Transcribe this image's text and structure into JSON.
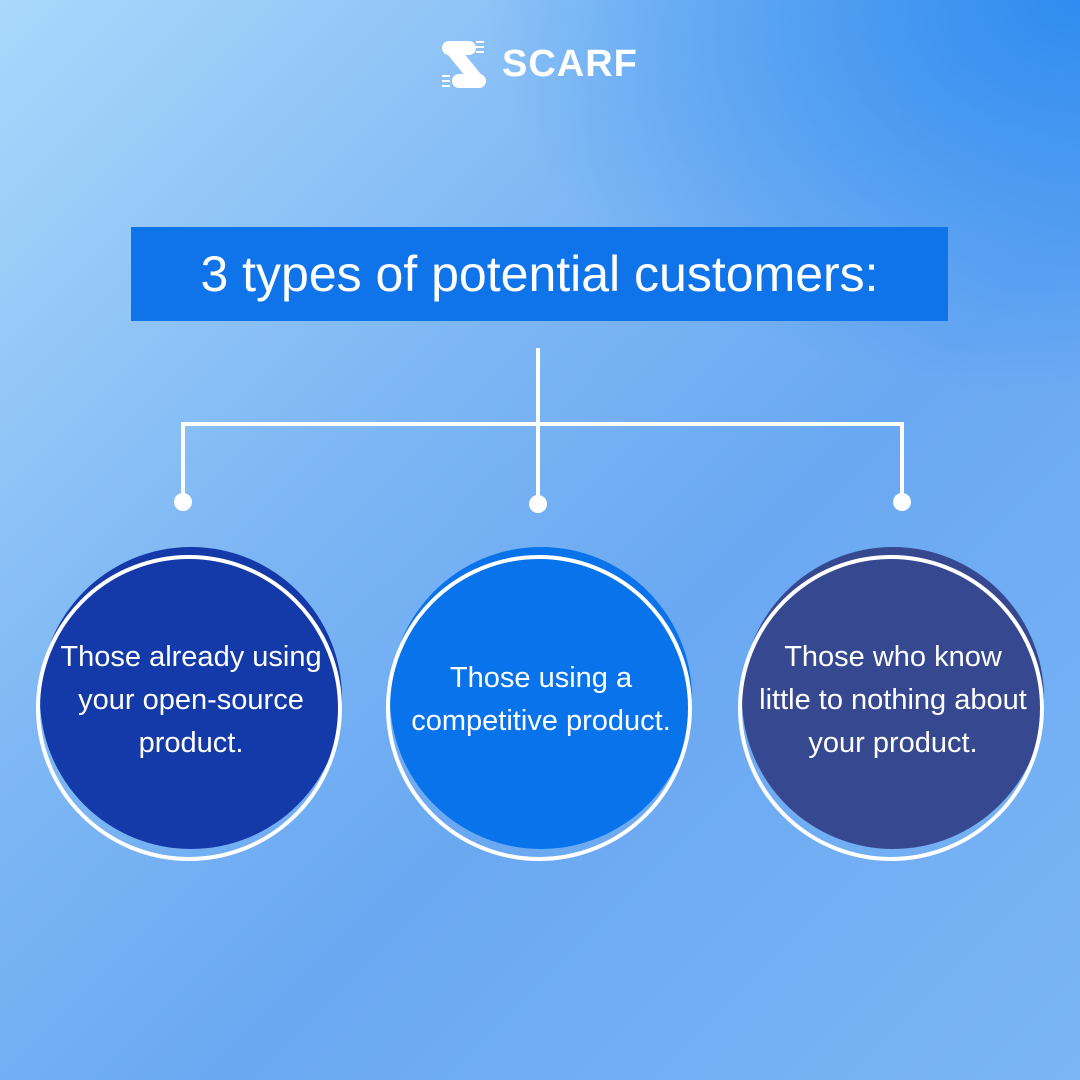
{
  "brand": {
    "name": "SCARF",
    "icon": "scarf-s-logo-icon"
  },
  "title": "3 types of potential customers:",
  "customer_types": [
    {
      "label": "Those already using your open-source product.",
      "color": "#133aa8"
    },
    {
      "label": "Those using a competitive product.",
      "color": "#0873ea"
    },
    {
      "label": "Those who know little to nothing about your product.",
      "color": "#364990"
    }
  ]
}
